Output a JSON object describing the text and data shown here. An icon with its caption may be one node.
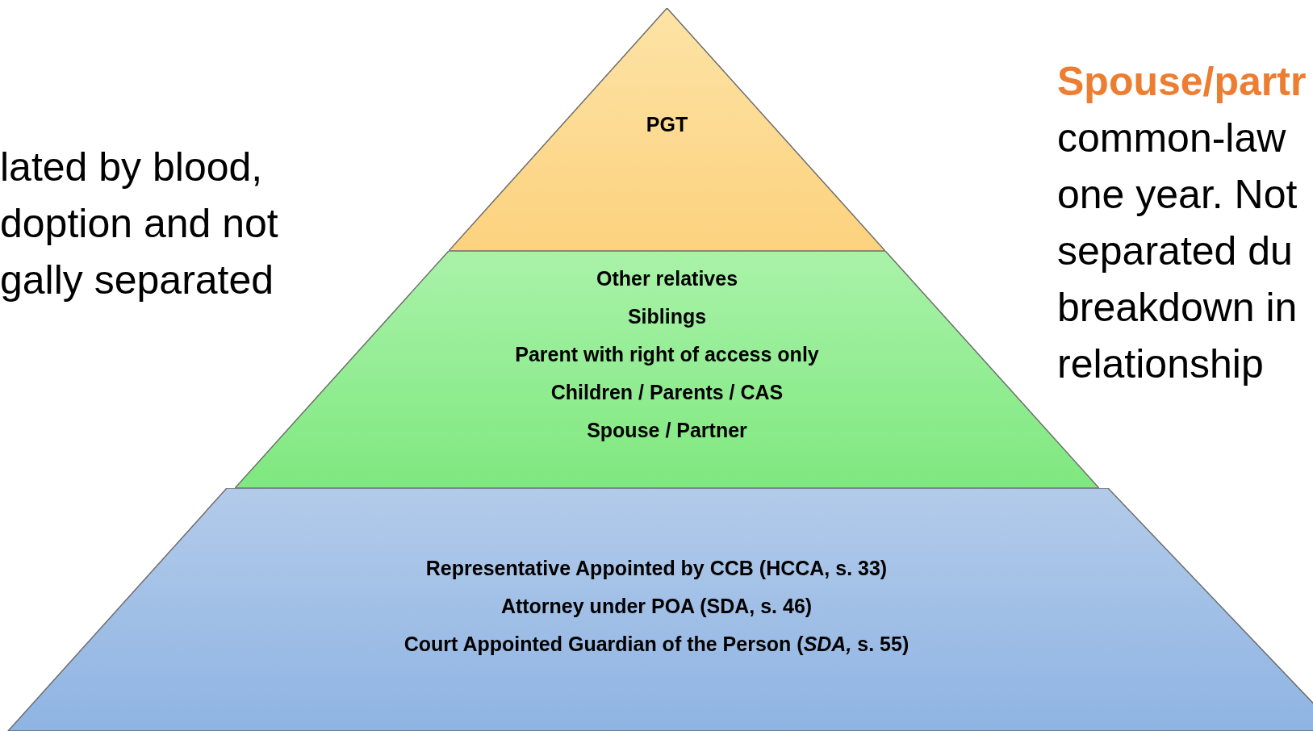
{
  "diagram": {
    "nodes": [
      {
        "text": [
          "PGT"
        ]
      },
      {
        "text": [
          "Other relatives",
          "Siblings",
          "Parent with right of access only",
          "Children / Parents / CAS",
          "Spouse / Partner"
        ]
      },
      {
        "text": [
          "Representative Appointed by CCB (HCCA, s. 33)",
          "Attorney under POA (SDA, s. 46)",
          "Court Appointed Guardian of the Person (*SDA,* s. 55)"
        ]
      }
    ],
    "edges": [],
    "labels": [
      "lated by blood,",
      "doption and not",
      "gally separated",
      "Spouse/partr",
      "common-law",
      "one year. Not",
      "separated du",
      "breakdown in",
      "relationship"
    ]
  }
}
